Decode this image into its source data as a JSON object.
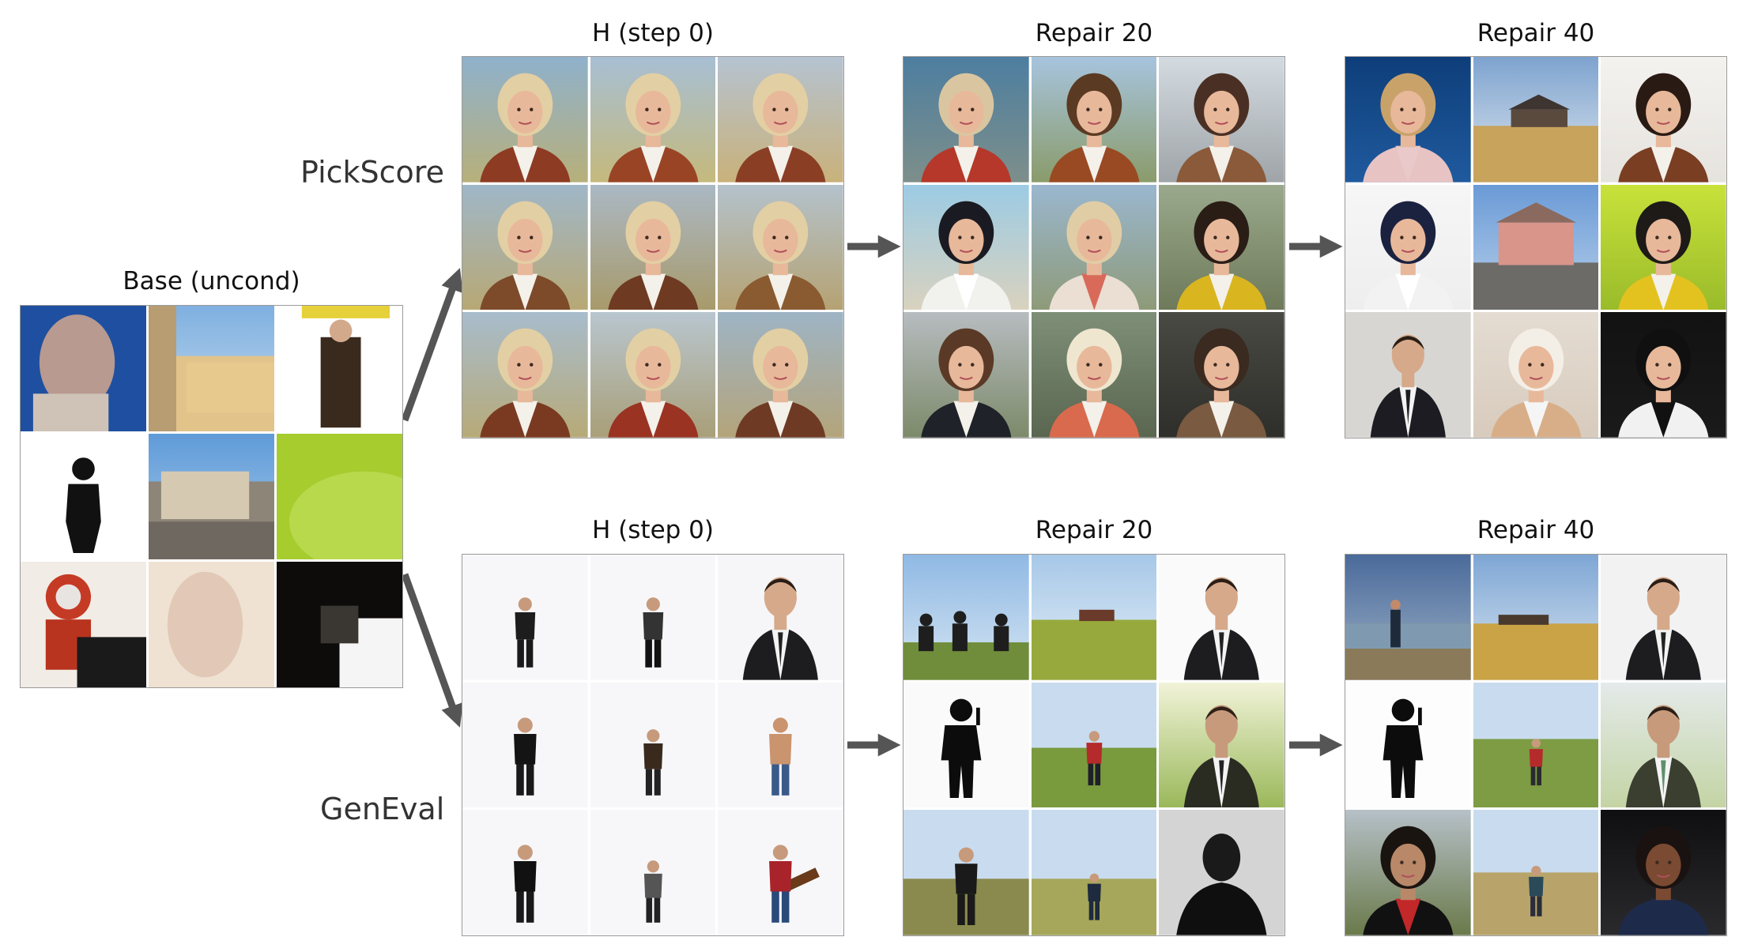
{
  "base": {
    "title": "Base (uncond)"
  },
  "rows": [
    {
      "label": "PickScore",
      "panels": [
        {
          "title": "H (step 0)"
        },
        {
          "title": "Repair 20"
        },
        {
          "title": "Repair 40"
        }
      ]
    },
    {
      "label": "GenEval",
      "panels": [
        {
          "title": "H (step 0)"
        },
        {
          "title": "Repair 20"
        },
        {
          "title": "Repair 40"
        }
      ]
    }
  ],
  "colors": {
    "arrow": "#555555",
    "frame": "#9a9a9a"
  }
}
